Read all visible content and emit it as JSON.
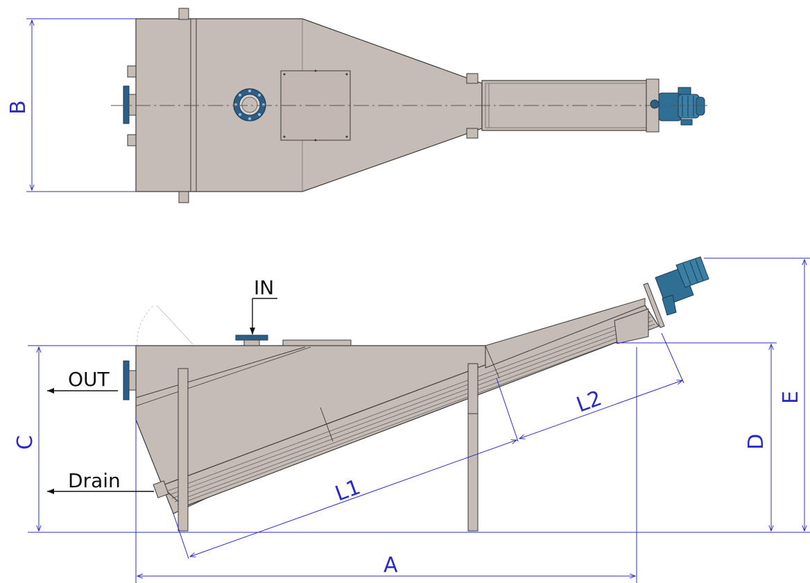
{
  "labels": {
    "in": "IN",
    "out": "OUT",
    "drain": "Drain"
  },
  "dimensions": {
    "a": "A",
    "b": "B",
    "c": "C",
    "d": "D",
    "e": "E",
    "l1": "L1",
    "l2": "L2"
  },
  "colors": {
    "steel": "#c6bcb6",
    "steel_dark": "#8f8680",
    "motor": "#2f6f93",
    "flange": "#2d5f86",
    "dimension": "#2b2bc4",
    "outline": "#3a3a3a"
  }
}
